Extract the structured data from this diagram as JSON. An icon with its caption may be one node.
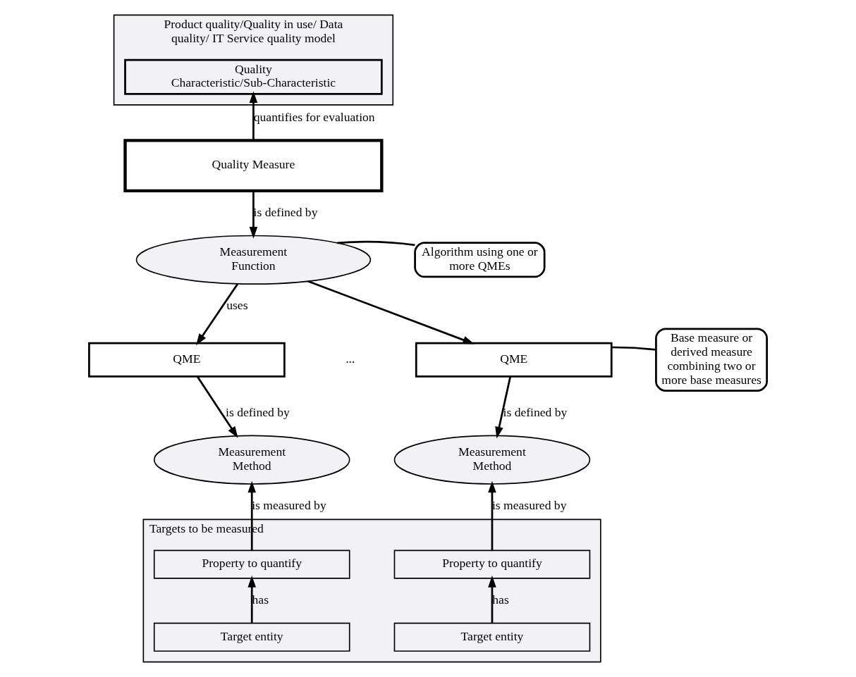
{
  "diagram": {
    "nodes": [
      {
        "text": [
          "Product quality/Quality in use/ Data quality/ IT Service quality model"
        ]
      },
      {
        "text": [
          "Quality Characteristic/Sub-Characteristic"
        ],
        "in": 0
      },
      {
        "text": [
          "Quality Measure"
        ]
      },
      {
        "text": [
          "Measurement Function"
        ]
      },
      {
        "text": [
          "Algorithm using one or more QMEs"
        ]
      },
      {
        "text": [
          "QME"
        ]
      },
      {
        "text": [
          "QME"
        ]
      },
      {
        "text": [
          "Base measure or derived measure combining two or more base measures"
        ]
      },
      {
        "text": [
          "Measurement Method"
        ]
      },
      {
        "text": [
          "Measurement Method"
        ]
      },
      {
        "text": [
          "Targets to be measured"
        ]
      },
      {
        "text": [
          "Property to quantify"
        ],
        "in": 10
      },
      {
        "text": [
          "Property to quantify"
        ],
        "in": 10
      },
      {
        "text": [
          "Target entity"
        ],
        "in": 10
      },
      {
        "text": [
          "Target entity"
        ],
        "in": 10
      }
    ],
    "edges": [
      {
        "from": 2,
        "to": 1,
        "arrow": "to",
        "label": "quantifies for evaluation"
      },
      {
        "from": 2,
        "to": 3,
        "arrow": "to",
        "label": "is defined by"
      },
      {
        "from": 4,
        "to": 3,
        "arrow": "none"
      },
      {
        "from": 3,
        "to": 5,
        "arrow": "to",
        "label": "uses"
      },
      {
        "from": 3,
        "to": 6,
        "arrow": "to"
      },
      {
        "from": 7,
        "to": 6,
        "arrow": "none"
      },
      {
        "from": 5,
        "to": 8,
        "arrow": "to",
        "label": "is defined by"
      },
      {
        "from": 6,
        "to": 9,
        "arrow": "to",
        "label": "is defined by"
      },
      {
        "from": 11,
        "to": 8,
        "arrow": "to",
        "label": "is measured by"
      },
      {
        "from": 12,
        "to": 9,
        "arrow": "to",
        "label": "is measured by"
      },
      {
        "from": 13,
        "to": 11,
        "arrow": "to",
        "label": "has"
      },
      {
        "from": 14,
        "to": 12,
        "arrow": "to",
        "label": "has"
      }
    ],
    "labels": [
      "..."
    ]
  }
}
